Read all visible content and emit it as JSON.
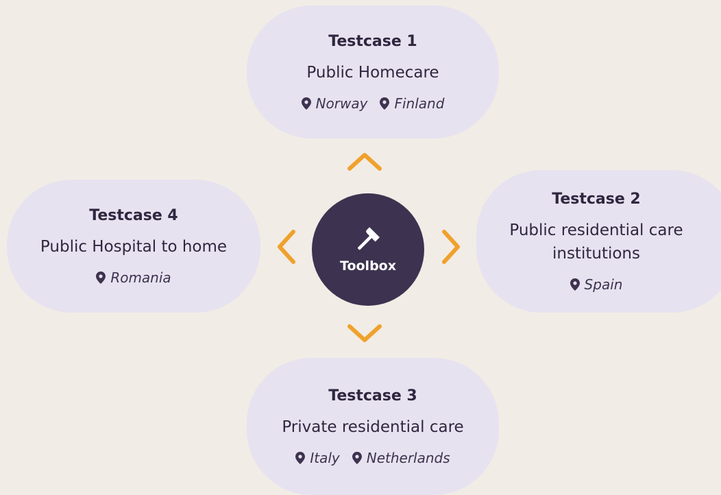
{
  "center": {
    "label": "Toolbox",
    "icon": "hammer-icon"
  },
  "testcases": [
    {
      "title": "Testcase 1",
      "subtitle": "Public Homecare",
      "locations": [
        "Norway",
        "Finland"
      ]
    },
    {
      "title": "Testcase 2",
      "subtitle_line1": "Public residential care",
      "subtitle_line2": "institutions",
      "locations": [
        "Spain"
      ]
    },
    {
      "title": "Testcase 3",
      "subtitle": "Private residential care",
      "locations": [
        "Italy",
        "Netherlands"
      ]
    },
    {
      "title": "Testcase 4",
      "subtitle": "Public Hospital to home",
      "locations": [
        "Romania"
      ]
    }
  ],
  "colors": {
    "background": "#f1ece6",
    "pill": "#e7e2ef",
    "center": "#3d3350",
    "arrow": "#f0a12c",
    "text": "#2e2740"
  }
}
